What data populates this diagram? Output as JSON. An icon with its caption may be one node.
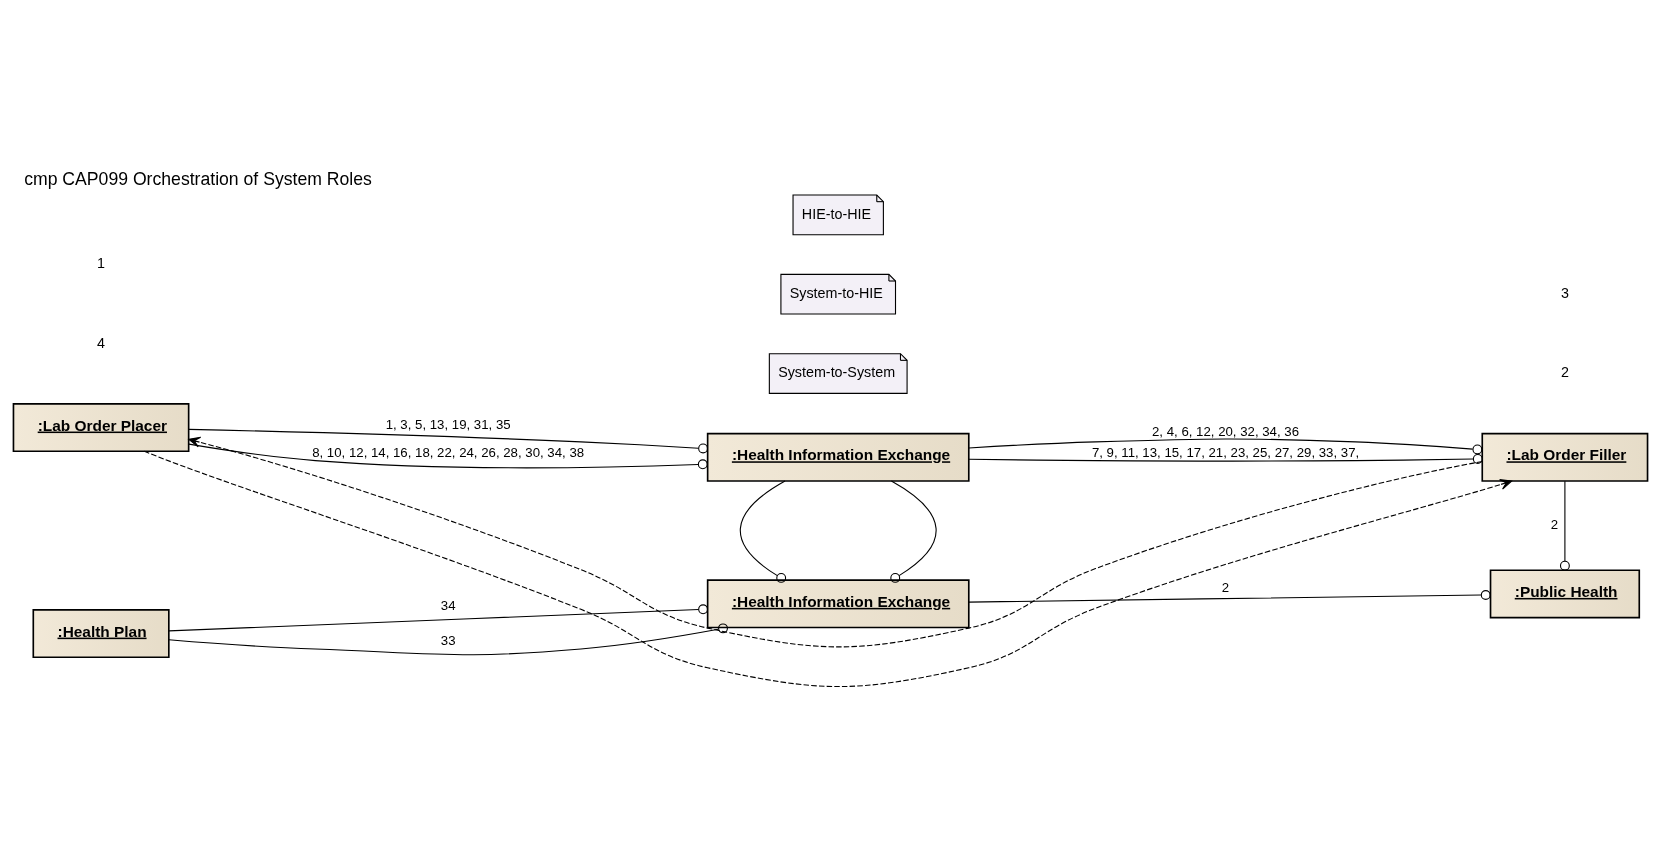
{
  "diagram": {
    "title": "cmp CAP099 Orchestration of System Roles",
    "nodes": [
      {
        "text": [
          ":Lab Order Placer"
        ]
      },
      {
        "text": [
          ":Health Information Exchange"
        ]
      },
      {
        "text": [
          ":Lab Order Filler"
        ]
      },
      {
        "text": [
          ":Health Plan"
        ]
      },
      {
        "text": [
          ":Health Information Exchange"
        ]
      },
      {
        "text": [
          ":Public Health"
        ]
      },
      {
        "text": [
          "System-to-System"
        ]
      },
      {
        "text": [
          "System-to-HIE"
        ]
      },
      {
        "text": [
          "HIE-to-HIE"
        ]
      }
    ],
    "edges": [
      {
        "from": 0,
        "to": 2,
        "arrow": "to",
        "style": "dashed"
      },
      {
        "from": 2,
        "to": 0,
        "arrow": "to",
        "style": "dashed"
      },
      {
        "from": 0,
        "to": 1,
        "arrow": "other",
        "label": "1, 3, 5, 13, 19, 31, 35"
      },
      {
        "from": 0,
        "to": 1,
        "arrow": "other",
        "label": "8, 10, 12, 14, 16, 18, 22, 24, 26, 28, 30, 34, 38"
      },
      {
        "from": 1,
        "to": 2,
        "arrow": "other",
        "label": "2, 4, 6, 12, 20, 32, 34, 36"
      },
      {
        "from": 1,
        "to": 2,
        "arrow": "other",
        "label": "7, 9, 11, 13, 15, 17, 21, 23, 25, 27, 29, 33, 37,"
      },
      {
        "from": 1,
        "to": 4,
        "arrow": "other"
      },
      {
        "from": 1,
        "to": 4,
        "arrow": "other"
      },
      {
        "from": 2,
        "to": 5,
        "arrow": "other",
        "label": "2"
      },
      {
        "from": 3,
        "to": 4,
        "arrow": "other",
        "label": "34"
      },
      {
        "from": 3,
        "to": 4,
        "arrow": "other",
        "label": "33"
      },
      {
        "from": 4,
        "to": 5,
        "arrow": "other",
        "label": "2"
      }
    ],
    "labels": [
      "4",
      "1",
      "2",
      "3"
    ]
  }
}
